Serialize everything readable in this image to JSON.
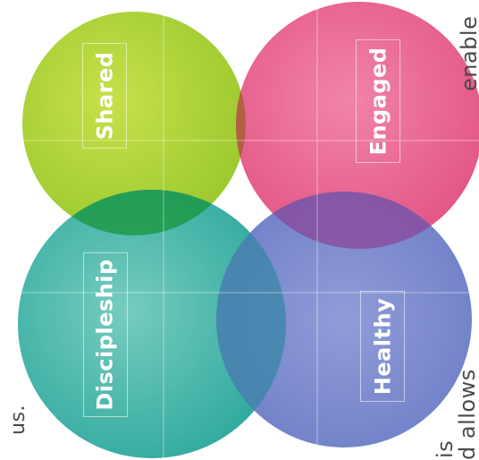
{
  "circles": [
    {
      "id": "shared",
      "label": "Shared",
      "color": "#9cc92f",
      "color_light": "#c7e04a"
    },
    {
      "id": "engaged",
      "label": "Engaged",
      "color": "#e0457a",
      "color_light": "#f07aa0"
    },
    {
      "id": "discipleship",
      "label": "Discipleship",
      "color": "#22a398",
      "color_light": "#6fc9bb"
    },
    {
      "id": "healthy",
      "label": "Healthy",
      "color": "#5b6ebf",
      "color_light": "#8592d4"
    }
  ],
  "overlap_colors": {
    "shared_engaged": "#a9603a",
    "shared_discipleship": "#1e9a4a",
    "engaged_healthy": "#8b4fa0",
    "discipleship_healthy": "#3f88a8"
  },
  "background_text": {
    "fragment_top_right": "enable",
    "fragment_left": "us.",
    "fragment_bottom_right_1": "is",
    "fragment_bottom_right_2": "d allows"
  }
}
